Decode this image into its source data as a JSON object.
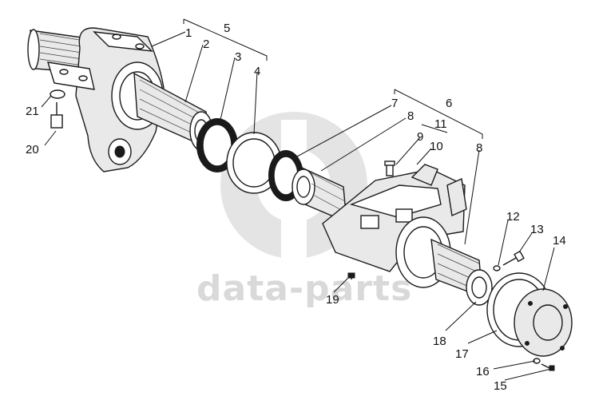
{
  "watermark": {
    "text": "data-parts",
    "color": "#d9d9d9"
  },
  "callouts": [
    {
      "id": "1",
      "label": "1"
    },
    {
      "id": "2",
      "label": "2"
    },
    {
      "id": "3",
      "label": "3"
    },
    {
      "id": "4",
      "label": "4"
    },
    {
      "id": "5",
      "label": "5"
    },
    {
      "id": "6",
      "label": "6"
    },
    {
      "id": "7",
      "label": "7"
    },
    {
      "id": "8a",
      "label": "8"
    },
    {
      "id": "8b",
      "label": "8"
    },
    {
      "id": "9",
      "label": "9"
    },
    {
      "id": "10",
      "label": "10"
    },
    {
      "id": "11",
      "label": "11"
    },
    {
      "id": "12",
      "label": "12"
    },
    {
      "id": "13",
      "label": "13"
    },
    {
      "id": "14",
      "label": "14"
    },
    {
      "id": "15",
      "label": "15"
    },
    {
      "id": "16",
      "label": "16"
    },
    {
      "id": "17",
      "label": "17"
    },
    {
      "id": "18",
      "label": "18"
    },
    {
      "id": "19",
      "label": "19"
    },
    {
      "id": "20",
      "label": "20"
    },
    {
      "id": "21",
      "label": "21"
    }
  ]
}
